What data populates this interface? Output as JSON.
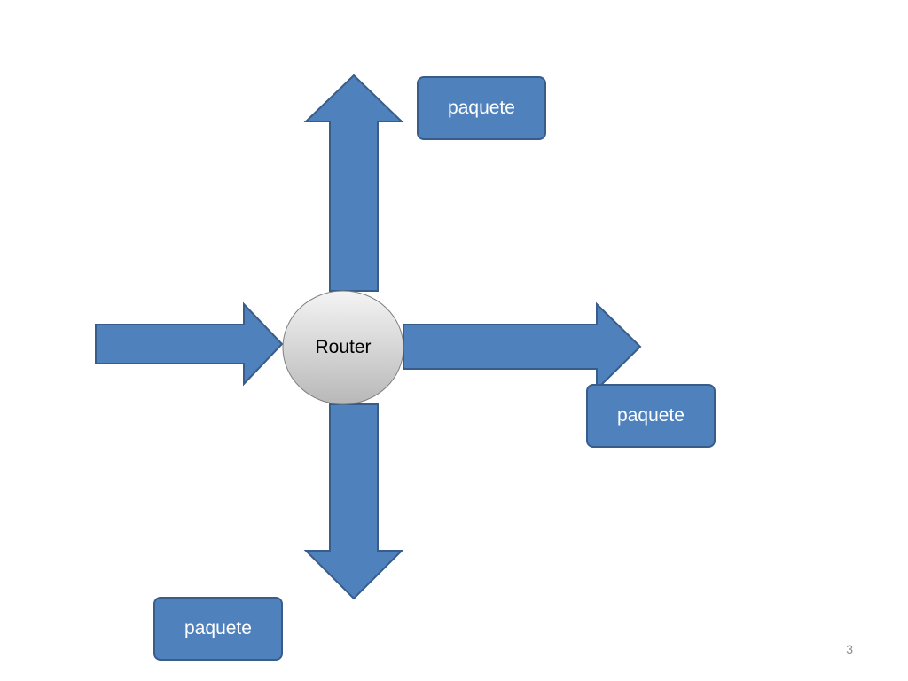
{
  "diagram": {
    "router": {
      "label": "Router"
    },
    "arrows": [
      {
        "id": "in-left",
        "direction": "right"
      },
      {
        "id": "out-right",
        "direction": "right"
      },
      {
        "id": "out-up",
        "direction": "up"
      },
      {
        "id": "out-down",
        "direction": "down"
      }
    ],
    "packets": [
      {
        "label": "paquete"
      },
      {
        "label": "paquete"
      },
      {
        "label": "paquete"
      }
    ],
    "colors": {
      "arrow_fill": "#4f81bd",
      "arrow_stroke": "#385d8a",
      "box_fill": "#4f81bd",
      "box_stroke": "#385d8a",
      "router_gradient_top": "#f4f4f4",
      "router_gradient_bottom": "#b8b8b8",
      "router_stroke": "#7f7f7f"
    }
  },
  "slide_number": "3"
}
